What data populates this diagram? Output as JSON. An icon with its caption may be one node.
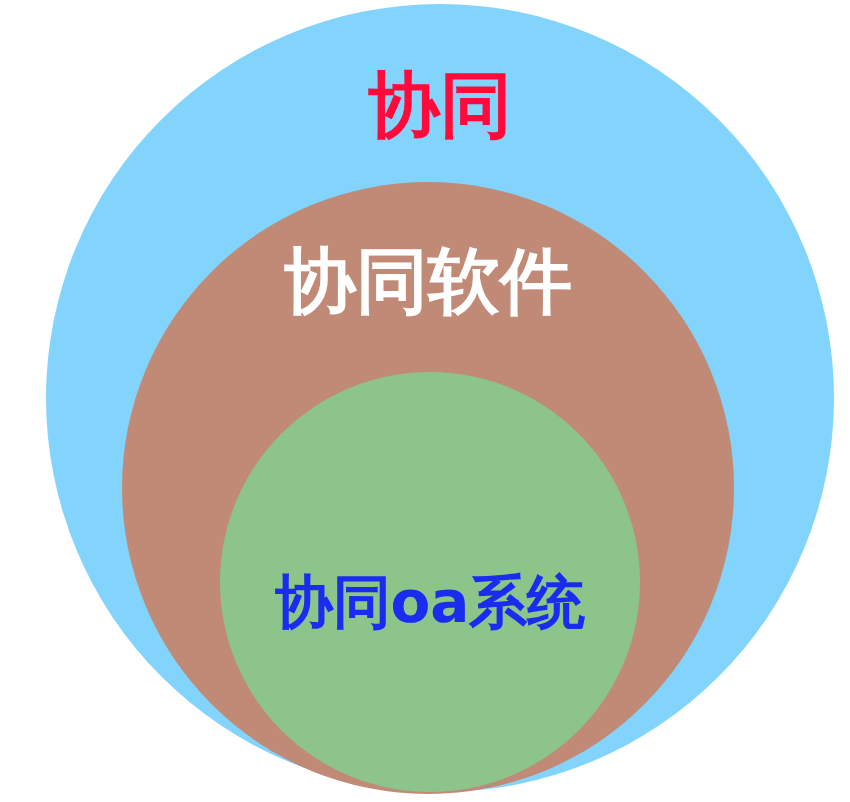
{
  "diagram": {
    "nodes": [
      {
        "text": [
          "协同"
        ]
      },
      {
        "text": [
          "协同软件"
        ],
        "in": 0
      },
      {
        "text": [
          "协同oa系统"
        ],
        "in": 1
      }
    ]
  }
}
